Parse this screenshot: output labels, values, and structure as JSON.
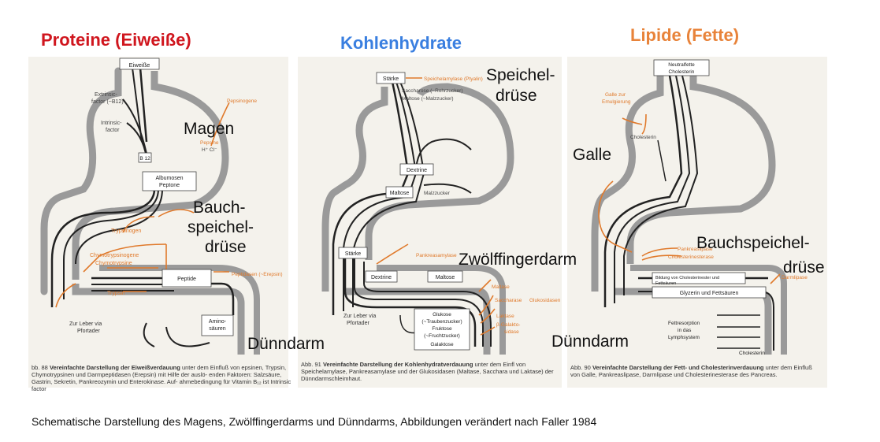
{
  "colors": {
    "protein": "#d0161e",
    "carb": "#3a7fe0",
    "lipid": "#e8833a",
    "line": "#2a2a2a",
    "orange": "#e07a2c"
  },
  "panels": [
    {
      "title": "Proteine (Eiweiße)",
      "color": "#d0161e",
      "overlay": {
        "magen": "Magen",
        "bauch1": "Bauch-",
        "bauch2": "speichel-",
        "bauch3": "drüse",
        "duenn": "Dünndarm"
      },
      "small": {
        "input": "Eiweiße",
        "extrinsic1": "Extrinsic-",
        "extrinsic2": "factor (~B12)",
        "intrinsic1": "Intrinsic-",
        "intrinsic2": "factor",
        "pepsinogen": "Pepsinogene",
        "pepsin": "Pepsine",
        "hcl": "H⁺ Cl⁻",
        "b12": "B 12",
        "albumosen1": "Albumosen",
        "albumosen2": "Peptone",
        "trypsinogen": "Trypsinogen",
        "chymo1": "Chymotrypsinogene",
        "chymo2": "Chymotrypsine",
        "peptide": "Peptide",
        "trypsin": "Trypsin",
        "peptidase": "Peptidasen (~Erepsin)",
        "amino1": "Amino-",
        "amino2": "säuren",
        "leber1": "Zur Leber via",
        "leber2": "Pfortader"
      },
      "caption": {
        "label": "bb. 88",
        "title": "Vereinfachte Darstellung der Eiweißverdauung",
        "text": "unter dem Einfluß von epsinen, Trypsin, Chymotrypsinen und Darmpeptidasen (Erepsin) mit Hilfe der auslö- enden Faktoren: Salzsäure, Gastrin, Sekretin, Pankreozymin und Enterokinase. Auf- ahmebedingung für Vitamin B₁₂ ist Intrinsic factor"
      }
    },
    {
      "title": "Kohlenhydrate",
      "color": "#3a7fe0",
      "overlay": {
        "speichel1": "Speichel-",
        "speichel2": "drüse",
        "zwoelf": "Zwölffingerdarm"
      },
      "small": {
        "staerke": "Stärke",
        "speichelamylase": "Speichelamylase (Ptyalin)",
        "saccharose": "Saccharose (~Rohrzucker)",
        "maltose1": "Maltose (~Malzzucker)",
        "dextrine": "Dextrine",
        "maltose": "Maltose",
        "malzzucker": "Malzzucker",
        "staerke2": "Stärke",
        "pankreas": "Pankreasamylase",
        "dextrine2": "Dextrine",
        "maltose2": "Maltose",
        "maltase": "Maltase",
        "saccharase": "Saccharase",
        "glukosid": "Glukosidasen",
        "laktase": "Laktase",
        "galakto": "β-Galakto-",
        "galakto2": "sidase",
        "glukose": "Glukose",
        "traube": "(~Traubenzucker)",
        "fruktose": "Fruktose",
        "fruchtzucker": "(~Fruchtzucker)",
        "galaktose": "Galaktose",
        "leber1": "Zur Leber via",
        "leber2": "Pfortader"
      },
      "caption": {
        "label": "Abb. 91",
        "title": "Vereinfachte Darstellung der Kohlenhydratverdauung",
        "text": "unter dem Einfl von Speichelamylase, Pankreasamylase und der Glukosidasen (Maltase, Sacchara und Laktase) der Dünndarmschleimhaut."
      }
    },
    {
      "title": "Lipide (Fette)",
      "color": "#e8833a",
      "overlay": {
        "galle": "Galle",
        "bauch1": "Bauchspeichel-",
        "bauch2": "drüse",
        "duenn": "Dünndarm"
      },
      "small": {
        "input1": "Neutralfette",
        "input2": "Cholesterin",
        "galle1": "Galle zur",
        "galle2": "Emulgierung",
        "cholesterin": "Cholesterin",
        "pankreas": "Pankreaslipase",
        "chol_est": "Cholesterinesterase",
        "bildung": "Bildung von Cholesterinester und",
        "bildung2": "Fettsäuren",
        "glyzerin": "Glyzerin und Fettsäuren",
        "darmlipase": "Darmlipase",
        "fettres1": "Fettresorption",
        "fettres2": "in das",
        "fettres3": "Lymphsystem",
        "cholesterin2": "Cholesterin"
      },
      "caption": {
        "label": "Abb. 90",
        "title": "Vereinfachte Darstellung der Fett- und Cholesterinverdauung",
        "text": "unter dem Einfluß von Galle, Pankreaslipase, Darmlipase und Cholesterinesterase des Pancreas."
      }
    }
  ],
  "footer": "Schematische Darstellung des Magens, Zwölffingerdarms und Dünndarms, Abbildungen verändert nach Faller 1984"
}
